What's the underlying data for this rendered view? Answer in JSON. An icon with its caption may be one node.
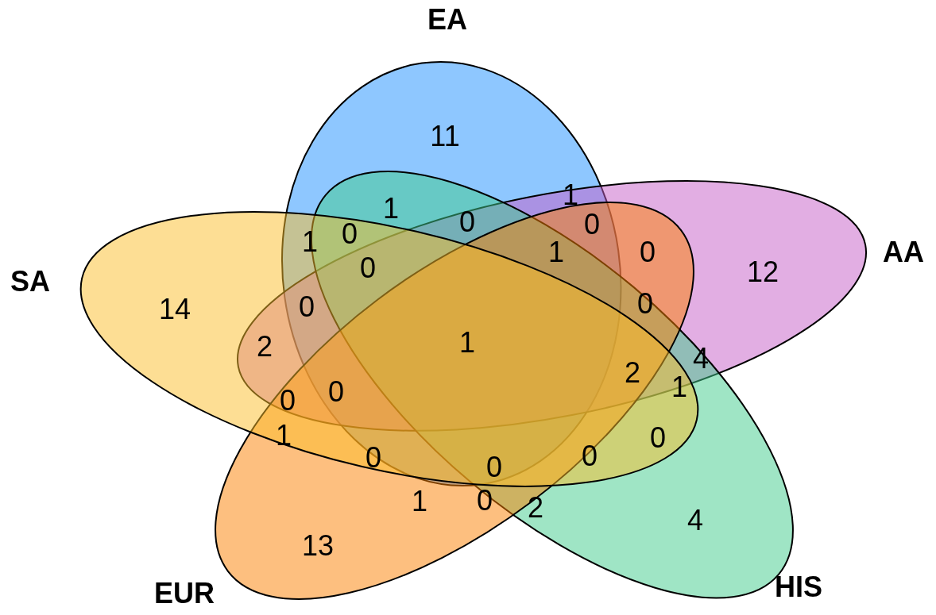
{
  "diagram": {
    "nodes": [
      {
        "text": [
          "EA"
        ]
      },
      {
        "text": [
          "AA"
        ]
      },
      {
        "text": [
          "HIS"
        ]
      },
      {
        "text": [
          "EUR"
        ]
      },
      {
        "text": [
          "SA"
        ]
      }
    ],
    "edges": [],
    "labels": [
      "11",
      "1",
      "1",
      "0",
      "0",
      "0",
      "1",
      "0",
      "1",
      "0",
      "0",
      "12",
      "0",
      "14",
      "2",
      "1",
      "4",
      "2",
      "1",
      "0",
      "0",
      "1",
      "0",
      "0",
      "0",
      "0",
      "1",
      "0",
      "2",
      "4",
      "13"
    ]
  }
}
